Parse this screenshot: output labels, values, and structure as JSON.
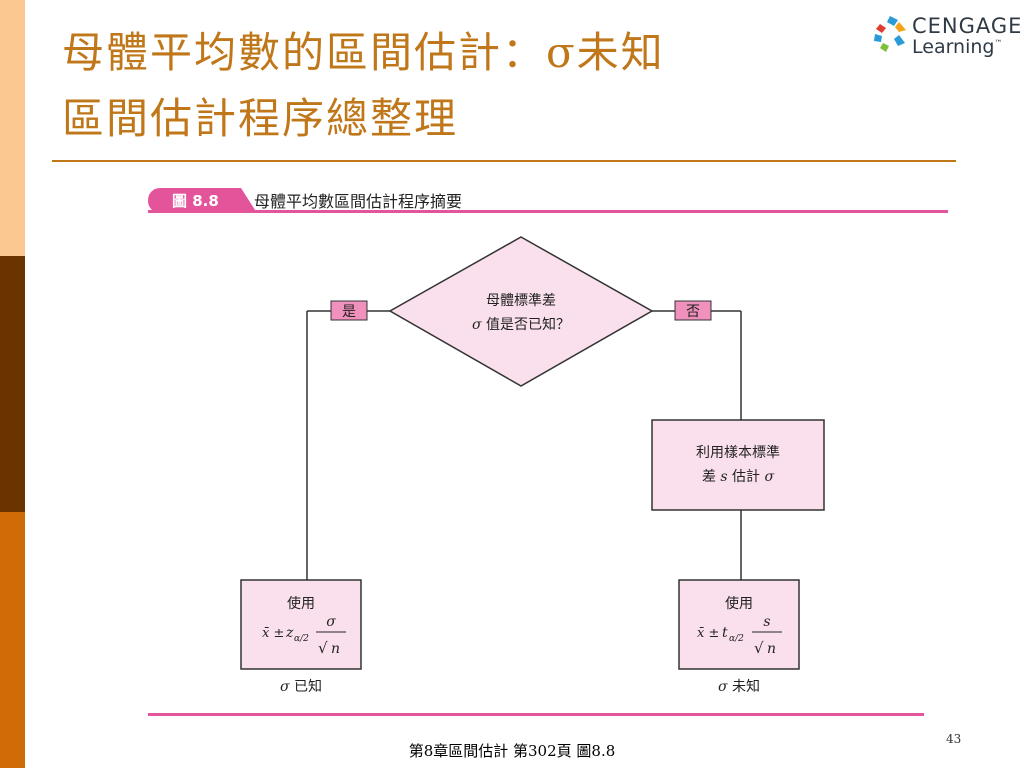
{
  "slide": {
    "title_line1": "母體平均數的區間估計：σ未知",
    "title_line2": "區間估計程序總整理",
    "page_number": "43",
    "footer": "第8章區間估計  第302頁 圖8.8"
  },
  "logo": {
    "word1": "CENGAGE",
    "word2": "Learning",
    "trademark": "™"
  },
  "figure": {
    "tab_label": "圖 8.8",
    "caption": "母體平均數區間估計程序摘要",
    "decision": {
      "line1": "母體標準差",
      "line2_symbol": "σ",
      "line2_text": " 值是否已知？"
    },
    "yes_label": "是",
    "no_label": "否",
    "estimate_box": {
      "line1": "利用樣本標準",
      "line2_a": "差 ",
      "line2_symbol": "s",
      "line2_b": " 估計 ",
      "line2_symbol2": "σ"
    },
    "left_box": {
      "title": "使用",
      "formula_lhs": "x̄ ±",
      "z_symbol": "z",
      "z_subscript": "α/2",
      "numerator": "σ",
      "radical": "√",
      "radicand": "n"
    },
    "right_box": {
      "title": "使用",
      "formula_lhs": "x̄ ±",
      "t_symbol": "t",
      "t_subscript": "α/2",
      "numerator": "s",
      "radical": "√",
      "radicand": "n"
    },
    "left_caption_symbol": "σ",
    "left_caption_text": " 已知",
    "right_caption_symbol": "σ",
    "right_caption_text": " 未知"
  },
  "colors": {
    "title": "#c0771a",
    "pink_accent": "#e3549a",
    "box_fill": "#fae0ec",
    "label_fill": "#f090bc",
    "strip_light": "#fbc891",
    "strip_dark": "#6b3300",
    "strip_mid": "#d06c06"
  }
}
